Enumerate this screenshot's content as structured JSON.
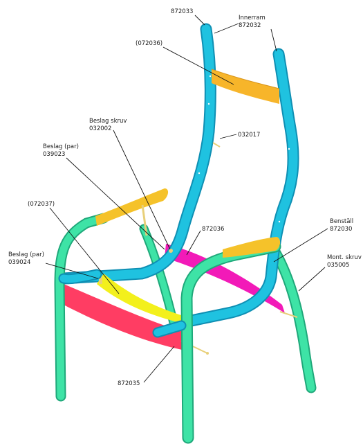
{
  "labels": {
    "p872033": "872033",
    "innerram_name": "Innerram",
    "innerram_code": "872032",
    "p072036": "(072036)",
    "beslag_skruv_name": "Beslag skruv",
    "beslag_skruv_code": "032002",
    "p032017": "032017",
    "beslag_par1_name": "Beslag (par)",
    "beslag_par1_code": "039023",
    "p072037": "(072037)",
    "p872036": "872036",
    "benstall_name": "Benställ",
    "benstall_code": "872030",
    "beslag_par2_name": "Beslag (par)",
    "beslag_par2_code": "039024",
    "mont_skruv_name": "Mont. skruv",
    "mont_skruv_code": "035005",
    "p872035": "872035"
  },
  "colors": {
    "inner_frame": "#1fc2e0",
    "inner_frame_dark": "#0f8fb3",
    "leg_frame": "#3ee3a6",
    "leg_frame_dark": "#1fa87a",
    "armrest": "#f5c22a",
    "back_crossbar": "#f7b52a",
    "front_rail": "#ff3d63",
    "back_rail": "#f21ab8",
    "seat_slat": "#f3f01c",
    "fitting": "#e8d07a"
  }
}
